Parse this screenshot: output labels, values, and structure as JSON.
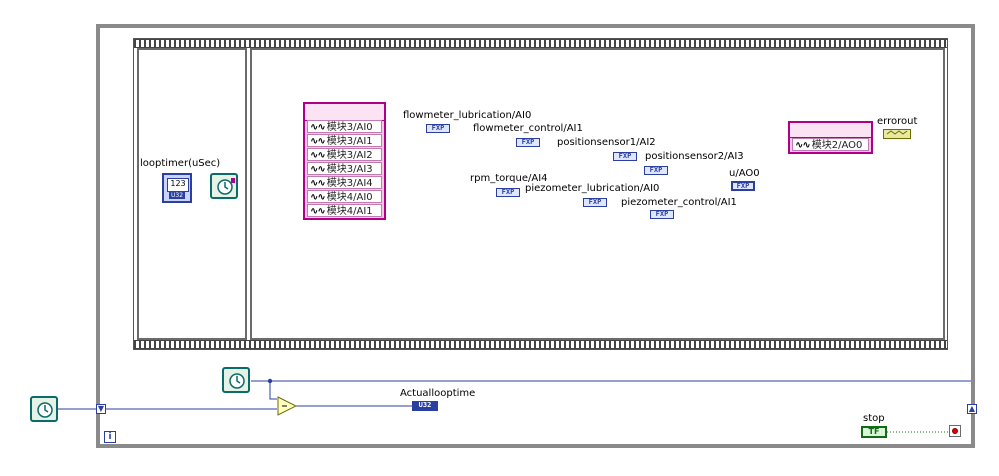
{
  "loop": {
    "iteration_terminal": "i"
  },
  "timer": {
    "label": "looptimer(uSec)",
    "value": "123",
    "type_tag": "U32"
  },
  "daq_read": {
    "channels": [
      "模块3/AI0",
      "模块3/AI1",
      "模块3/AI2",
      "模块3/AI3",
      "模块3/AI4",
      "模块4/AI0",
      "模块4/AI1"
    ]
  },
  "daq_write": {
    "channel": "模块2/AO0"
  },
  "indicators": {
    "ch1": "flowmeter_lubrication/AI0",
    "ch2": "flowmeter_control/AI1",
    "ch3": "positionsensor1/AI2",
    "ch4": "positionsensor2/AI3",
    "ch5": "rpm_torque/AI4",
    "ch6": "piezometer_lubrication/AI0",
    "ch7": "piezometer_control/AI1",
    "fxp_tag": "FXP"
  },
  "output": {
    "label": "u/AO0",
    "tag": "FXP"
  },
  "error": {
    "label": "errorout"
  },
  "actual": {
    "label": "Actuallooptime",
    "tag": "U32"
  },
  "stop": {
    "label": "stop",
    "tag": "TF"
  },
  "colors": {
    "pink": "#b0008a",
    "blue": "#2b3fa0",
    "green": "#136b13",
    "error_wire": "#c8b400"
  }
}
